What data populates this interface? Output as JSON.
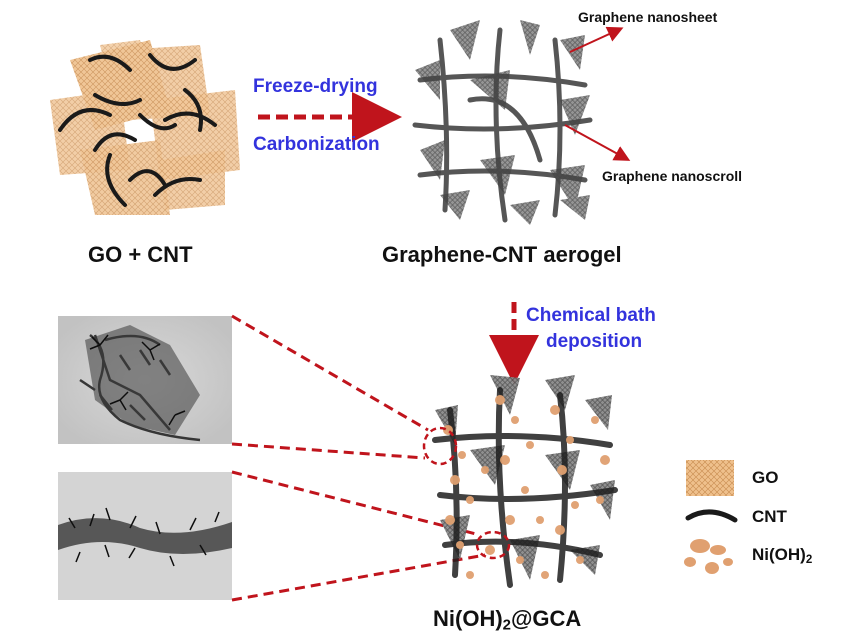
{
  "colors": {
    "go_sheet": "#e8b884",
    "cnt": "#1a1a1a",
    "graphene": "#555555",
    "arrow": "#c0141c",
    "process_text": "#3333dd",
    "nioh2_particle": "#e0a070"
  },
  "labels": {
    "go_cnt": "GO + CNT",
    "step1_line1": "Freeze-drying",
    "step1_line2": "Carbonization",
    "graphene_nanosheet": "Graphene nanosheet",
    "graphene_nanoscroll": "Graphene nanoscroll",
    "aerogel": "Graphene-CNT aerogel",
    "step2_line1": "Chemical bath",
    "step2_line2": "deposition",
    "product_main": "Ni(OH)",
    "product_sub": "2",
    "product_tail": "@GCA"
  },
  "legend": {
    "go": "GO",
    "cnt": "CNT",
    "nioh2_main": "Ni(OH)",
    "nioh2_sub": "2"
  },
  "icons": [
    "go-sheet-icon",
    "cnt-tube-icon",
    "nioh2-particle-icon",
    "tem-image-icon"
  ]
}
